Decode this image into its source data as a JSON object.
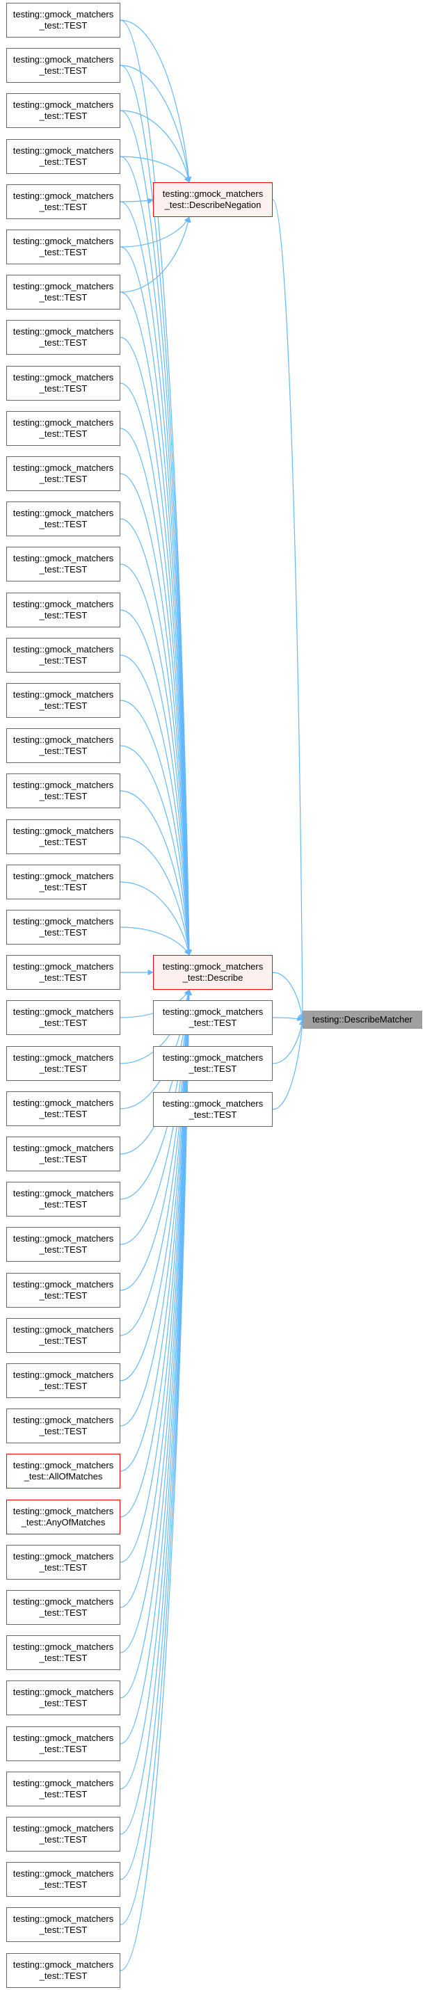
{
  "colors": {
    "edge": "#63b8ff",
    "node_border": "#666666",
    "node_border_highlight": "#ff0000",
    "node_fill_highlight": "#fff0f0",
    "root_fill": "#a0a0a0"
  },
  "graph": {
    "root": {
      "id": "root",
      "label": "testing::DescribeMatcher"
    },
    "middle": [
      {
        "id": "dn",
        "label": "testing::gmock_matchers\n_test::DescribeNegation",
        "highlight": true
      },
      {
        "id": "d",
        "label": "testing::gmock_matchers\n_test::Describe",
        "highlight": true
      },
      {
        "id": "m1",
        "label": "testing::gmock_matchers\n_test::TEST",
        "highlight": false
      },
      {
        "id": "m2",
        "label": "testing::gmock_matchers\n_test::TEST",
        "highlight": false
      },
      {
        "id": "m3",
        "label": "testing::gmock_matchers\n_test::TEST",
        "highlight": false
      }
    ],
    "left": [
      {
        "id": "l0",
        "label": "testing::gmock_matchers\n_test::TEST"
      },
      {
        "id": "l1",
        "label": "testing::gmock_matchers\n_test::TEST"
      },
      {
        "id": "l2",
        "label": "testing::gmock_matchers\n_test::TEST"
      },
      {
        "id": "l3",
        "label": "testing::gmock_matchers\n_test::TEST"
      },
      {
        "id": "l4",
        "label": "testing::gmock_matchers\n_test::TEST"
      },
      {
        "id": "l5",
        "label": "testing::gmock_matchers\n_test::TEST"
      },
      {
        "id": "l6",
        "label": "testing::gmock_matchers\n_test::TEST"
      },
      {
        "id": "l7",
        "label": "testing::gmock_matchers\n_test::TEST"
      },
      {
        "id": "l8",
        "label": "testing::gmock_matchers\n_test::TEST"
      },
      {
        "id": "l9",
        "label": "testing::gmock_matchers\n_test::TEST"
      },
      {
        "id": "l10",
        "label": "testing::gmock_matchers\n_test::TEST"
      },
      {
        "id": "l11",
        "label": "testing::gmock_matchers\n_test::TEST"
      },
      {
        "id": "l12",
        "label": "testing::gmock_matchers\n_test::TEST"
      },
      {
        "id": "l13",
        "label": "testing::gmock_matchers\n_test::TEST"
      },
      {
        "id": "l14",
        "label": "testing::gmock_matchers\n_test::TEST"
      },
      {
        "id": "l15",
        "label": "testing::gmock_matchers\n_test::TEST"
      },
      {
        "id": "l16",
        "label": "testing::gmock_matchers\n_test::TEST"
      },
      {
        "id": "l17",
        "label": "testing::gmock_matchers\n_test::TEST"
      },
      {
        "id": "l18",
        "label": "testing::gmock_matchers\n_test::TEST"
      },
      {
        "id": "l19",
        "label": "testing::gmock_matchers\n_test::TEST"
      },
      {
        "id": "l20",
        "label": "testing::gmock_matchers\n_test::TEST"
      },
      {
        "id": "l21",
        "label": "testing::gmock_matchers\n_test::TEST"
      },
      {
        "id": "l22",
        "label": "testing::gmock_matchers\n_test::TEST"
      },
      {
        "id": "l23",
        "label": "testing::gmock_matchers\n_test::TEST"
      },
      {
        "id": "l24",
        "label": "testing::gmock_matchers\n_test::TEST"
      },
      {
        "id": "l25",
        "label": "testing::gmock_matchers\n_test::TEST"
      },
      {
        "id": "l26",
        "label": "testing::gmock_matchers\n_test::TEST"
      },
      {
        "id": "l27",
        "label": "testing::gmock_matchers\n_test::TEST"
      },
      {
        "id": "l28",
        "label": "testing::gmock_matchers\n_test::TEST"
      },
      {
        "id": "l29",
        "label": "testing::gmock_matchers\n_test::TEST"
      },
      {
        "id": "l30",
        "label": "testing::gmock_matchers\n_test::TEST"
      },
      {
        "id": "l31",
        "label": "testing::gmock_matchers\n_test::TEST"
      },
      {
        "id": "l32",
        "label": "testing::gmock_matchers\n_test::AllOfMatches",
        "highlight": true
      },
      {
        "id": "l33",
        "label": "testing::gmock_matchers\n_test::AnyOfMatches",
        "highlight": true
      },
      {
        "id": "l34",
        "label": "testing::gmock_matchers\n_test::TEST"
      },
      {
        "id": "l35",
        "label": "testing::gmock_matchers\n_test::TEST"
      },
      {
        "id": "l36",
        "label": "testing::gmock_matchers\n_test::TEST"
      },
      {
        "id": "l37",
        "label": "testing::gmock_matchers\n_test::TEST"
      },
      {
        "id": "l38",
        "label": "testing::gmock_matchers\n_test::TEST"
      },
      {
        "id": "l39",
        "label": "testing::gmock_matchers\n_test::TEST"
      },
      {
        "id": "l40",
        "label": "testing::gmock_matchers\n_test::TEST"
      },
      {
        "id": "l41",
        "label": "testing::gmock_matchers\n_test::TEST"
      },
      {
        "id": "l42",
        "label": "testing::gmock_matchers\n_test::TEST"
      },
      {
        "id": "l43",
        "label": "testing::gmock_matchers\n_test::TEST"
      }
    ],
    "edges": [
      [
        "l0",
        "dn"
      ],
      [
        "l1",
        "dn"
      ],
      [
        "l2",
        "dn"
      ],
      [
        "l3",
        "dn"
      ],
      [
        "l4",
        "dn"
      ],
      [
        "l5",
        "dn"
      ],
      [
        "l6",
        "dn"
      ],
      [
        "l0",
        "d"
      ],
      [
        "l1",
        "d"
      ],
      [
        "l2",
        "d"
      ],
      [
        "l3",
        "d"
      ],
      [
        "l4",
        "d"
      ],
      [
        "l5",
        "d"
      ],
      [
        "l6",
        "d"
      ],
      [
        "l7",
        "d"
      ],
      [
        "l8",
        "d"
      ],
      [
        "l9",
        "d"
      ],
      [
        "l10",
        "d"
      ],
      [
        "l11",
        "d"
      ],
      [
        "l12",
        "d"
      ],
      [
        "l13",
        "d"
      ],
      [
        "l14",
        "d"
      ],
      [
        "l15",
        "d"
      ],
      [
        "l16",
        "d"
      ],
      [
        "l17",
        "d"
      ],
      [
        "l18",
        "d"
      ],
      [
        "l19",
        "d"
      ],
      [
        "l20",
        "d"
      ],
      [
        "l21",
        "d"
      ],
      [
        "l22",
        "d"
      ],
      [
        "l23",
        "d"
      ],
      [
        "l24",
        "d"
      ],
      [
        "l25",
        "d"
      ],
      [
        "l26",
        "d"
      ],
      [
        "l27",
        "d"
      ],
      [
        "l28",
        "d"
      ],
      [
        "l29",
        "d"
      ],
      [
        "l30",
        "d"
      ],
      [
        "l31",
        "d"
      ],
      [
        "l32",
        "d"
      ],
      [
        "l33",
        "d"
      ],
      [
        "l34",
        "d"
      ],
      [
        "l35",
        "d"
      ],
      [
        "l36",
        "d"
      ],
      [
        "l37",
        "d"
      ],
      [
        "l38",
        "d"
      ],
      [
        "l39",
        "d"
      ],
      [
        "l40",
        "d"
      ],
      [
        "l41",
        "d"
      ],
      [
        "l42",
        "d"
      ],
      [
        "l43",
        "d"
      ],
      [
        "dn",
        "root"
      ],
      [
        "d",
        "root"
      ],
      [
        "m1",
        "root"
      ],
      [
        "m2",
        "root"
      ],
      [
        "m3",
        "root"
      ]
    ]
  }
}
